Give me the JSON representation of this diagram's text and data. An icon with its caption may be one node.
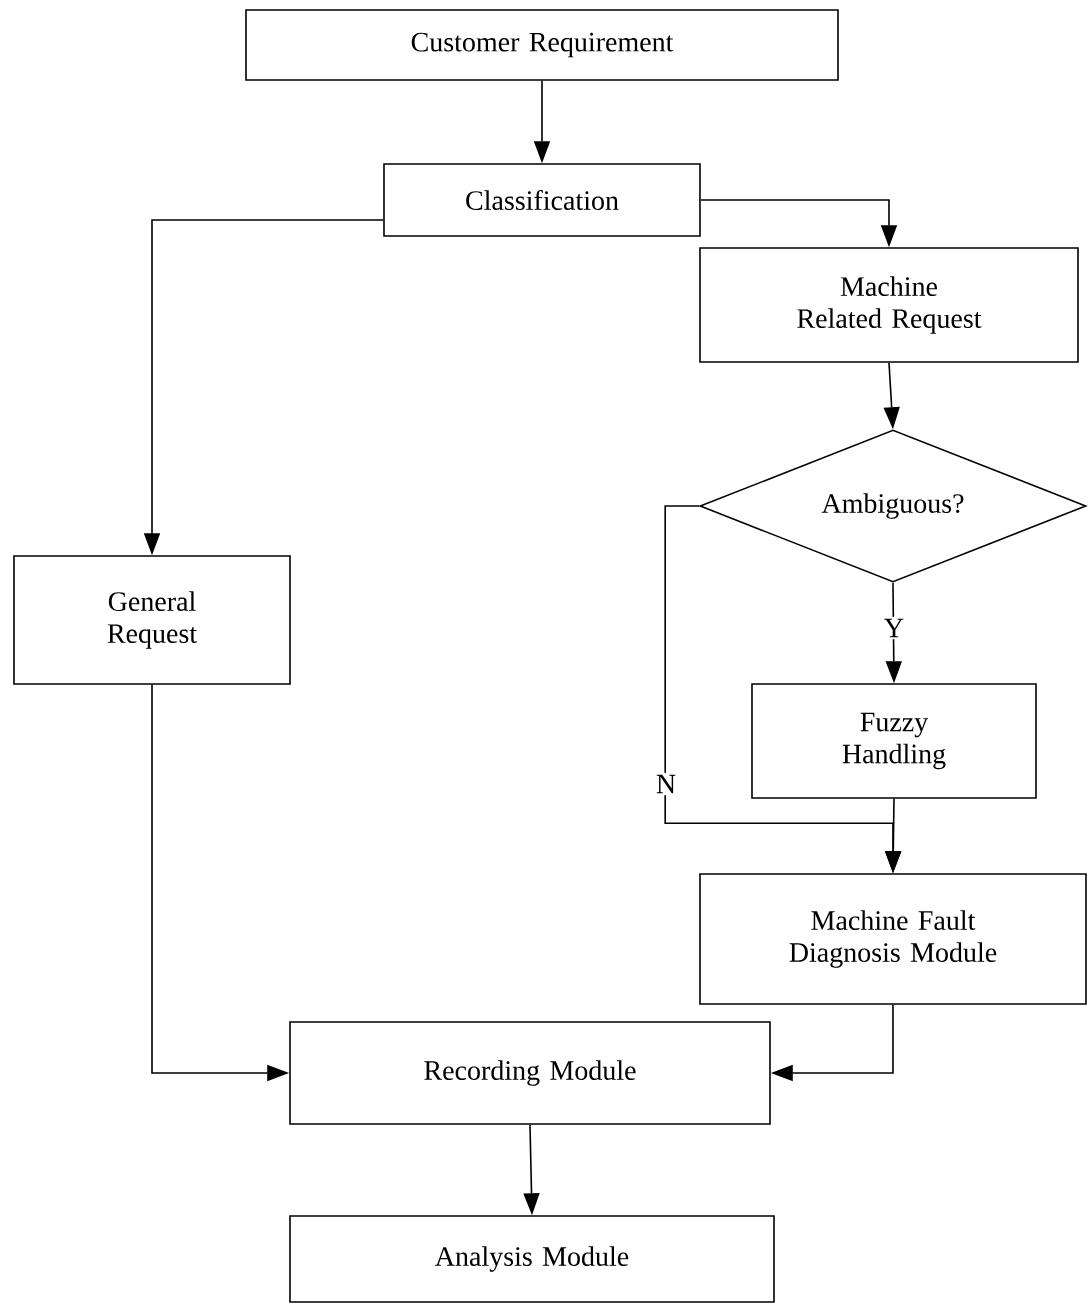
{
  "diagram": {
    "nodes": [
      {
        "text": [
          "Customer Requirement"
        ]
      },
      {
        "text": [
          "Classification"
        ]
      },
      {
        "text": [
          "Machine Related Request"
        ]
      },
      {
        "text": [
          "Ambiguous?"
        ]
      },
      {
        "text": [
          "General Request"
        ]
      },
      {
        "text": [
          "Fuzzy Handling"
        ]
      },
      {
        "text": [
          "Machine Fault Diagnosis Module"
        ]
      },
      {
        "text": [
          "Recording Module"
        ]
      },
      {
        "text": [
          "Analysis Module"
        ]
      }
    ],
    "edges": [
      {
        "from": 0,
        "to": 1,
        "arrow": "to"
      },
      {
        "from": 1,
        "to": 2,
        "arrow": "to"
      },
      {
        "from": 1,
        "to": 4,
        "arrow": "to"
      },
      {
        "from": 2,
        "to": 3,
        "arrow": "to"
      },
      {
        "from": 3,
        "to": 5,
        "label": "Y",
        "arrow": "to"
      },
      {
        "from": 3,
        "to": 6,
        "label": "N",
        "arrow": "to"
      },
      {
        "from": 5,
        "to": 6,
        "arrow": "to"
      },
      {
        "from": 4,
        "to": 7,
        "arrow": "to"
      },
      {
        "from": 6,
        "to": 7,
        "arrow": "to"
      },
      {
        "from": 7,
        "to": 8,
        "arrow": "to"
      }
    ]
  }
}
